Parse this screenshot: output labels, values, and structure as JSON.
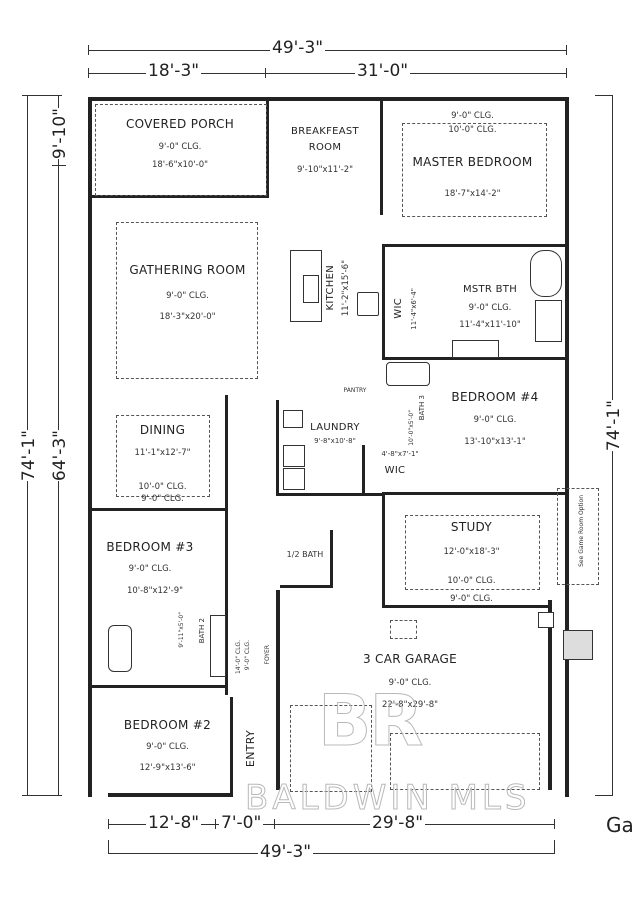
{
  "plan": {
    "dimensions": {
      "top_overall": "49'-3\"",
      "top_left": "18'-3\"",
      "top_right": "31'-0\"",
      "bottom_overall": "49'-3\"",
      "bottom_left": "12'-8\"",
      "bottom_mid": "7'-0\"",
      "bottom_right": "29'-8\"",
      "left_top": "9'-10\"",
      "left_outer": "74'-1\"",
      "left_inner": "64'-3\"",
      "right": "74'-1\""
    },
    "rooms": {
      "covered_porch": {
        "name": "COVERED PORCH",
        "ceiling": "9'-0\" CLG.",
        "size": "18'-6\"x10'-0\""
      },
      "breakfast": {
        "name_line1": "BREAKFEAST",
        "name_line2": "ROOM",
        "size": "9'-10\"x11'-2\""
      },
      "master_bedroom": {
        "name": "MASTER BEDROOM",
        "ceiling1": "9'-0\" CLG.",
        "ceiling2": "10'-0\" CLG.",
        "size": "18'-7\"x14'-2\""
      },
      "gathering_room": {
        "name": "GATHERING ROOM",
        "ceiling": "9'-0\" CLG.",
        "size": "18'-3\"x20'-0\""
      },
      "kitchen": {
        "name": "KITCHEN",
        "size": "11'-2\"x15'-6\""
      },
      "master_bath": {
        "name": "MSTR BTH",
        "ceiling": "9'-0\" CLG.",
        "size": "11'-4\"x11'-10\""
      },
      "master_wic": {
        "name": "WIC",
        "size": "11'-4\"x6'-4\""
      },
      "pantry": {
        "name": "PANTRY"
      },
      "laundry": {
        "name": "LAUNDRY",
        "size": "9'-8\"x10'-8\""
      },
      "bath3": {
        "name": "BATH 3",
        "size": "10'-0\"x5'-0\""
      },
      "wic2": {
        "name": "WIC",
        "size": "4'-8\"x7'-1\""
      },
      "bedroom4": {
        "name": "BEDROOM #4",
        "ceiling": "9'-0\" CLG.",
        "size": "13'-10\"x13'-1\""
      },
      "dining": {
        "name": "DINING",
        "size": "11'-1\"x12'-7\"",
        "ceiling1": "10'-0\" CLG.",
        "ceiling2": "9'-0\" CLG."
      },
      "bedroom3": {
        "name": "BEDROOM #3",
        "ceiling": "9'-0\" CLG.",
        "size": "10'-8\"x12'-9\""
      },
      "half_bath": {
        "name": "1/2 BATH"
      },
      "study": {
        "name": "STUDY",
        "size": "12'-0\"x18'-3\"",
        "ceiling1": "10'-0\" CLG.",
        "ceiling2": "9'-0\" CLG."
      },
      "bath2": {
        "name": "BATH 2",
        "size": "9'-11\"x5'-0\""
      },
      "foyer": {
        "name": "FOYER",
        "ceiling1": "14'-0\" CLG.",
        "ceiling2": "9'-0\" CLG."
      },
      "bedroom2": {
        "name": "BEDROOM #2",
        "ceiling": "9'-0\" CLG.",
        "size": "12'-9\"x13'-6\""
      },
      "entry": {
        "name": "ENTRY"
      },
      "garage": {
        "name": "3 CAR GARAGE",
        "ceiling": "9'-0\" CLG.",
        "size": "22'-8\"x29'-8\""
      }
    },
    "side_note": "See Game Room Option",
    "corner_text": "Ga",
    "watermark": {
      "logo": "BR",
      "text": "BALDWIN MLS"
    }
  }
}
